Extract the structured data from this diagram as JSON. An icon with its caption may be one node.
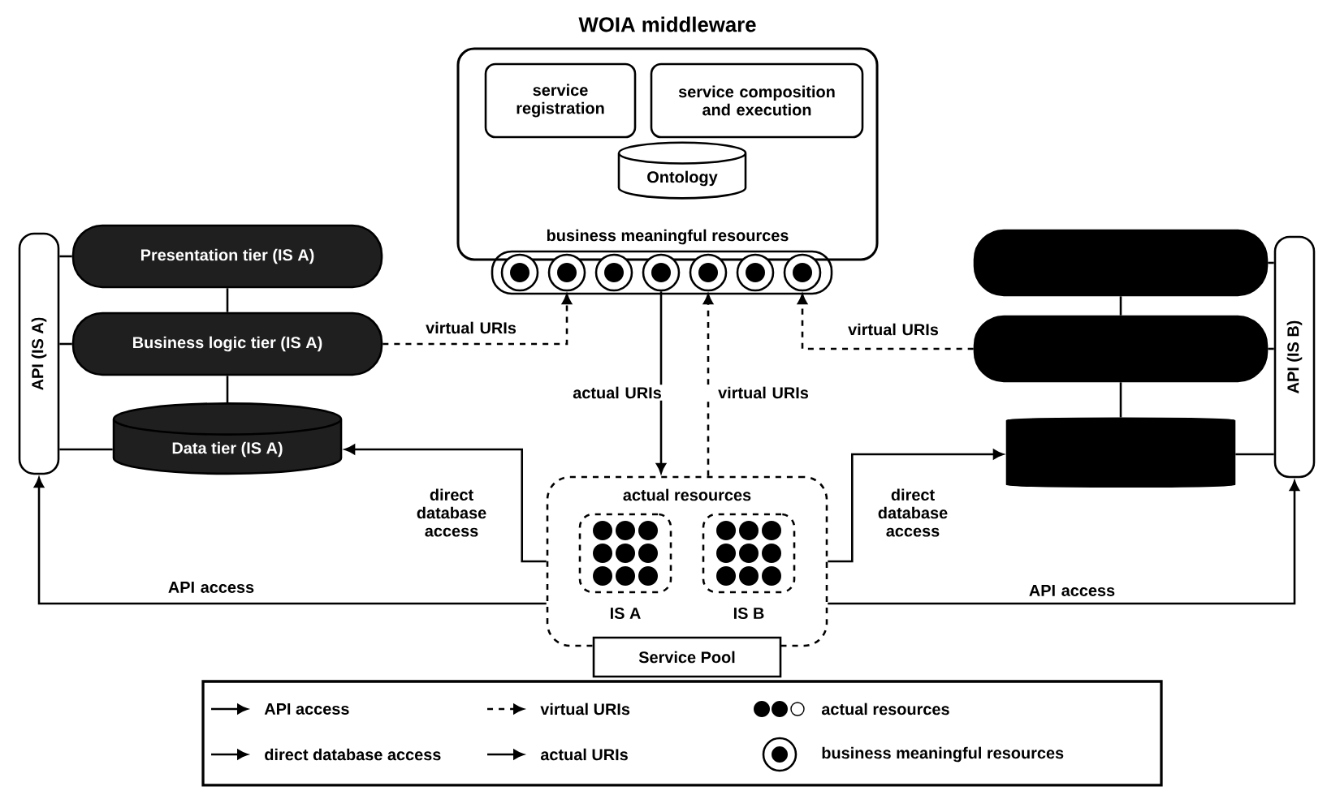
{
  "diagram": {
    "nodes": [
      {
        "text": [
          "WOIA middleware",
          "business meaningful resources"
        ]
      },
      {
        "text": [
          "service registration"
        ],
        "in": 0
      },
      {
        "text": [
          "service composition and execution"
        ],
        "in": 0
      },
      {
        "text": [
          "Ontology"
        ],
        "in": 0
      },
      {
        "text": [],
        "shape": "circle"
      },
      {
        "text": [],
        "shape": "circle"
      },
      {
        "text": [],
        "shape": "circle"
      },
      {
        "text": [],
        "shape": "circle"
      },
      {
        "text": [],
        "shape": "circle"
      },
      {
        "text": [],
        "shape": "circle"
      },
      {
        "text": [],
        "shape": "circle"
      },
      {
        "text": [
          "API (IS A)"
        ]
      },
      {
        "text": [
          "Presentation tier (IS A)"
        ]
      },
      {
        "text": [
          "Business logic tier (IS A)"
        ]
      },
      {
        "text": [
          "Data tier (IS A)"
        ]
      },
      {
        "text": [],
        "shape": "box"
      },
      {
        "text": [],
        "shape": "box"
      },
      {
        "text": [],
        "shape": "cylinder"
      },
      {
        "text": [
          "API (IS B)"
        ]
      },
      {
        "text": [
          "actual resources"
        ]
      },
      {
        "text": [
          "IS A"
        ],
        "in": 19
      },
      {
        "text": [
          "IS B"
        ],
        "in": 19
      },
      {
        "text": [
          "Service Pool"
        ]
      }
    ],
    "edges": [
      {
        "from": 13,
        "to": 5,
        "arrow": "to",
        "label": "virtual URIs",
        "style": "dashed"
      },
      {
        "from": 7,
        "to": 19,
        "arrow": "to",
        "label": "actual URIs"
      },
      {
        "from": 19,
        "to": 8,
        "arrow": "to",
        "label": "virtual URIs",
        "style": "dashed"
      },
      {
        "from": 16,
        "to": 10,
        "arrow": "to",
        "label": "virtual URIs",
        "style": "dashed"
      },
      {
        "from": 19,
        "to": 14,
        "arrow": "to",
        "label": "direct database access"
      },
      {
        "from": 19,
        "to": 17,
        "arrow": "to",
        "label": "direct database access"
      },
      {
        "from": 19,
        "to": 11,
        "arrow": "to",
        "label": "API access"
      },
      {
        "from": 19,
        "to": 18,
        "arrow": "to",
        "label": "API access"
      },
      {
        "from": 12,
        "to": 13,
        "arrow": "none"
      },
      {
        "from": 13,
        "to": 14,
        "arrow": "none"
      },
      {
        "from": 15,
        "to": 16,
        "arrow": "none"
      },
      {
        "from": 16,
        "to": 17,
        "arrow": "none"
      },
      {
        "from": 11,
        "to": 12,
        "arrow": "none"
      },
      {
        "from": 11,
        "to": 13,
        "arrow": "none"
      },
      {
        "from": 11,
        "to": 14,
        "arrow": "none"
      },
      {
        "from": 18,
        "to": 15,
        "arrow": "none"
      },
      {
        "from": 18,
        "to": 16,
        "arrow": "none"
      },
      {
        "from": 18,
        "to": 17,
        "arrow": "none"
      }
    ],
    "legend": [
      {
        "text": "API access"
      },
      {
        "text": "virtual URIs"
      },
      {
        "text": "actual resources"
      },
      {
        "text": "direct database access"
      },
      {
        "text": "actual URIs"
      },
      {
        "text": "business meaningful resources"
      }
    ]
  }
}
